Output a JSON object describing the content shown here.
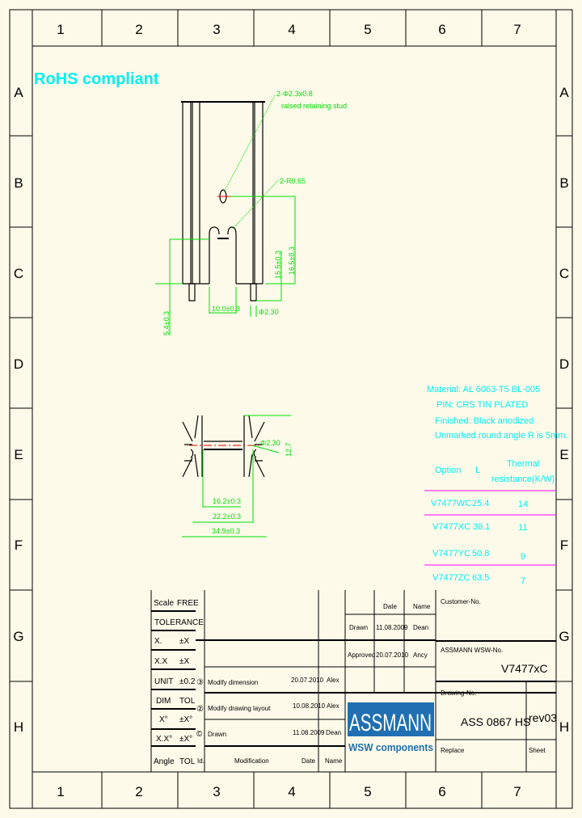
{
  "frame": {
    "columns": [
      "1",
      "2",
      "3",
      "4",
      "5",
      "6",
      "7"
    ],
    "rows": [
      "A",
      "B",
      "C",
      "D",
      "E",
      "F",
      "G",
      "H"
    ]
  },
  "rohs": "RoHS compliant",
  "annotations": {
    "hole_note": "2-Φ2.3x0.8",
    "stud_note": "raised retaining stud",
    "radius_note": "2-R0.65",
    "dim_slot": "10.0±0.3",
    "dim_pin": "Φ2.30",
    "dim_height": "16.5±0.3",
    "dim_hole": "15.5±0.3",
    "dim_pin_len": "5.4±0.3",
    "dim_inner": "16.2±0.3",
    "dim_mid": "22.2±0.3",
    "dim_outer": "34.9±0.3",
    "dim_depth": "12.7",
    "dim_small": "Φ2.30"
  },
  "spec": {
    "material": "Material: AL 6063-T5  BL-005",
    "pin": "PIN: CRS TIN PLATED",
    "finish": "Finished: Black anodized",
    "radius": "Unmarked round angle R is 5mm.",
    "headers": [
      "Option",
      "L",
      "Thermal resistance(K/W)"
    ],
    "header_thermal_1": "Thermal",
    "header_thermal_2": "resistance(K/W)",
    "rows": [
      {
        "option": "V7477WC",
        "l": "25.4",
        "r": "14"
      },
      {
        "option": "V7477XC",
        "l": "38.1",
        "r": "11"
      },
      {
        "option": "V7477YC",
        "l": "50.8",
        "r": "9"
      },
      {
        "option": "V7477ZC",
        "l": "63.5",
        "r": "7"
      }
    ]
  },
  "title_block": {
    "scale_label": "Scale",
    "scale_value": "FREE",
    "tolerance": "TOLERANCE",
    "x_label": "X.",
    "x_tol": "±X",
    "xx_label": "X.X",
    "xx_tol": "±X",
    "unit_label": "UNIT",
    "unit_tol": "±0.2",
    "dim_label": "DIM",
    "dim_tol": "TOL",
    "xdeg": "X°",
    "xdeg_tol": "±X°",
    "xxdeg": "X.X°",
    "xxdeg_tol": "±X°",
    "angle_label": "Angle",
    "angle_tol": "TOL",
    "revisions": [
      {
        "id": "③",
        "mod": "Modify dimension",
        "date": "20.07.2010",
        "name": "Alex"
      },
      {
        "id": "②",
        "mod": "Modify drawing layout",
        "date": "10.08.2010",
        "name": "Alex"
      },
      {
        "id": "©",
        "mod": "Drawn",
        "date": "11.08.2009",
        "name": "Dean"
      }
    ],
    "rev_headers": {
      "id": "Id.",
      "mod": "Modification",
      "date": "Date",
      "name": "Name"
    },
    "approval_headers": {
      "date": "Date",
      "name": "Name"
    },
    "drawn": {
      "label": "Drawn",
      "date": "11.08.2009",
      "name": "Dean"
    },
    "approved": {
      "label": "Approved",
      "date": "20.07.2010",
      "name": "Ancy"
    },
    "logo_main": "ASSMANN",
    "logo_sub": "WSW components",
    "customer_no_label": "Customer-No.",
    "wsw_no_label": "ASSMANN WSW-No.",
    "wsw_no": "V7477xC",
    "drawing_no_label": "Drawing-No.",
    "drawing_no": "ASS 0867 HS",
    "revision": "rev03",
    "replace_label": "Replace",
    "sheet_label": "Sheet"
  },
  "colors": {
    "annotation": "#00f0f0",
    "dimension": "#00e000",
    "divider": "#ff00ff",
    "logo": "#1f6fb2",
    "background": "#fdfaea"
  }
}
